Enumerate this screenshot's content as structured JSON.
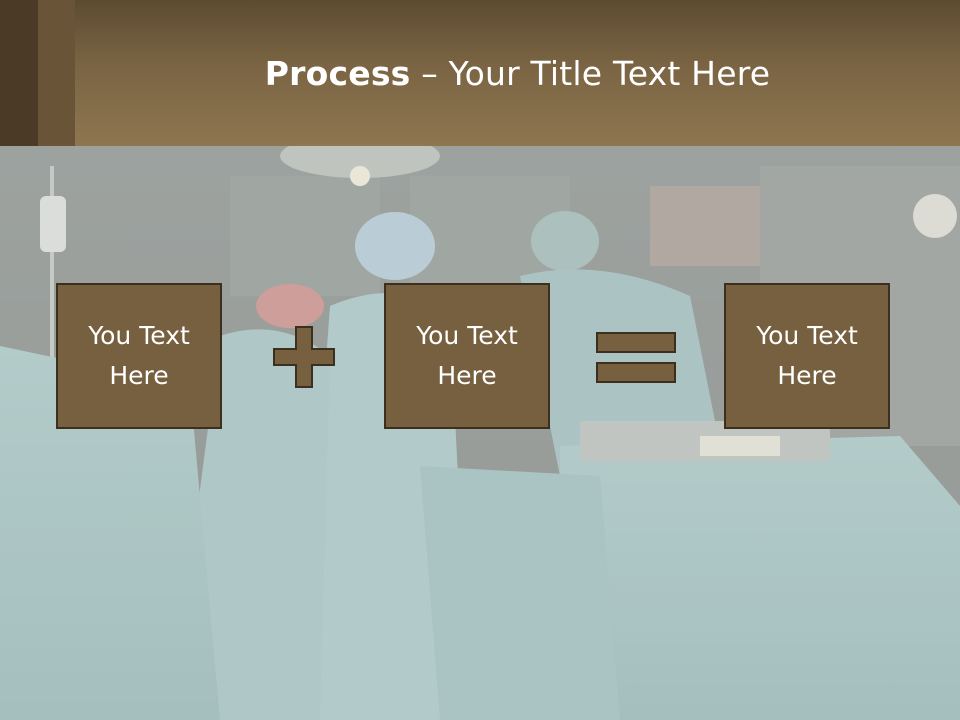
{
  "slide": {
    "title_bold": "Process",
    "title_rest": " – Your Title Text Here",
    "boxes": [
      {
        "text": "You Text\nHere"
      },
      {
        "text": "You Text\nHere"
      },
      {
        "text": "You Text\nHere"
      }
    ],
    "operators": [
      "plus-icon",
      "equals-icon"
    ]
  },
  "colors": {
    "header": "#7a6443",
    "box_fill": "#77603f",
    "box_border": "#3d2f1e",
    "text": "#ffffff"
  }
}
